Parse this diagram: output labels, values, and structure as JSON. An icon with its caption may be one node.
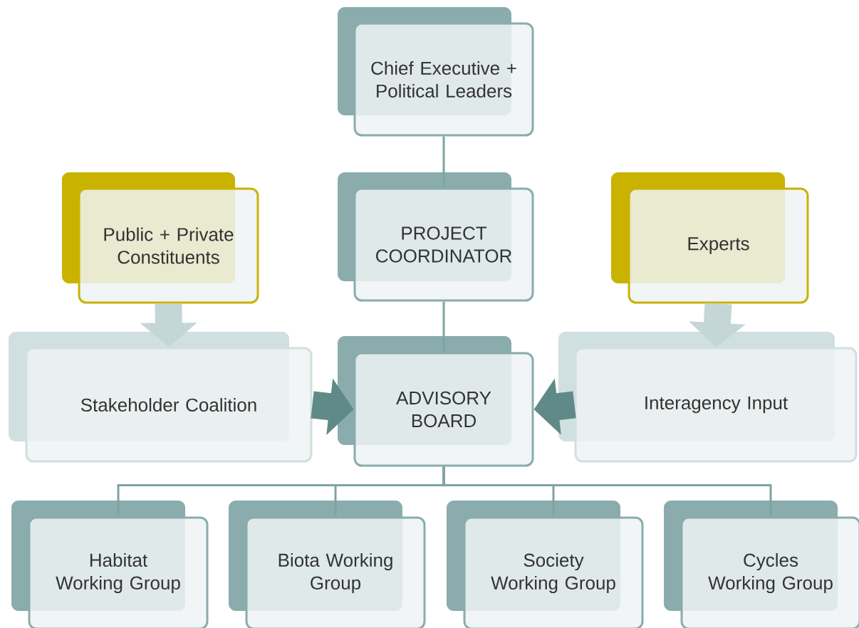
{
  "diagram": {
    "nodes": [
      {
        "text": [
          "Chief Executive + Political Leaders"
        ]
      },
      {
        "text": [
          "Public + Private Constituents"
        ]
      },
      {
        "text": [
          "PROJECT COORDINATOR"
        ]
      },
      {
        "text": [
          "Experts"
        ]
      },
      {
        "text": [
          "Stakeholder Coalition"
        ]
      },
      {
        "text": [
          "ADVISORY BOARD"
        ]
      },
      {
        "text": [
          "Interagency Input"
        ]
      },
      {
        "text": [
          "Habitat Working Group"
        ]
      },
      {
        "text": [
          "Biota Working Group"
        ]
      },
      {
        "text": [
          "Society Working Group"
        ]
      },
      {
        "text": [
          "Cycles Working Group"
        ]
      }
    ],
    "edges": [
      {
        "from": 0,
        "to": 2,
        "arrow": "none"
      },
      {
        "from": 2,
        "to": 5,
        "arrow": "none"
      },
      {
        "from": 1,
        "to": 4,
        "arrow": "to",
        "style": "thick",
        "color": "#c5d6d6"
      },
      {
        "from": 3,
        "to": 6,
        "arrow": "to",
        "style": "thick",
        "color": "#c5d6d6"
      },
      {
        "from": 4,
        "to": 5,
        "arrow": "to",
        "style": "thick",
        "color": "#5f8a87"
      },
      {
        "from": 6,
        "to": 5,
        "arrow": "to",
        "style": "thick",
        "color": "#5f8a87"
      },
      {
        "from": 5,
        "to": 7,
        "arrow": "none"
      },
      {
        "from": 5,
        "to": 8,
        "arrow": "none"
      },
      {
        "from": 5,
        "to": 9,
        "arrow": "none"
      },
      {
        "from": 5,
        "to": 10,
        "arrow": "none"
      }
    ]
  }
}
